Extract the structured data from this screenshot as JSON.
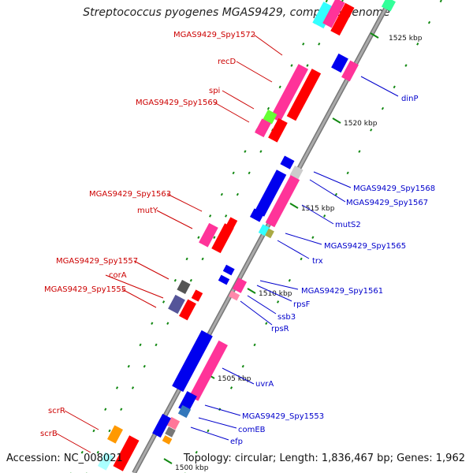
{
  "title": "Streptococcus pyogenes MGAS9429, complete genome",
  "footer": {
    "accession": "Accession: NC_008021",
    "summary": "Topology: circular; Length: 1,836,467 bp; Genes: 1,962"
  },
  "ticks": [
    "1525 kbp",
    "1520 kbp",
    "1515 kbp",
    "1510 kbp",
    "1505 kbp",
    "1500 kbp"
  ],
  "labels_left": [
    "MGAS9429_Spy1572",
    "recD",
    "spi",
    "MGAS9429_Spy1569",
    "MGAS9429_Spy1563",
    "mutY",
    "MGAS9429_Spy1557",
    "corA",
    "MGAS9429_Spy1555",
    "scrR",
    "scrB"
  ],
  "labels_right": [
    "dinP",
    "MGAS9429_Spy1568",
    "MGAS9429_Spy1567",
    "mutS2",
    "MGAS9429_Spy1565",
    "trx",
    "MGAS9429_Spy1561",
    "rpsF",
    "ssb3",
    "rpsR",
    "uvrA",
    "MGAS9429_Spy1553",
    "comEB",
    "efp"
  ],
  "colors": {
    "red": "#ff0000",
    "pink": "#ff3399",
    "blue": "#0000ee",
    "cyan": "#33ffff",
    "gray": "#888888",
    "orange": "#ff9900",
    "green": "#66ff33",
    "lavender": "#7766cc",
    "backbone": "#888888"
  }
}
